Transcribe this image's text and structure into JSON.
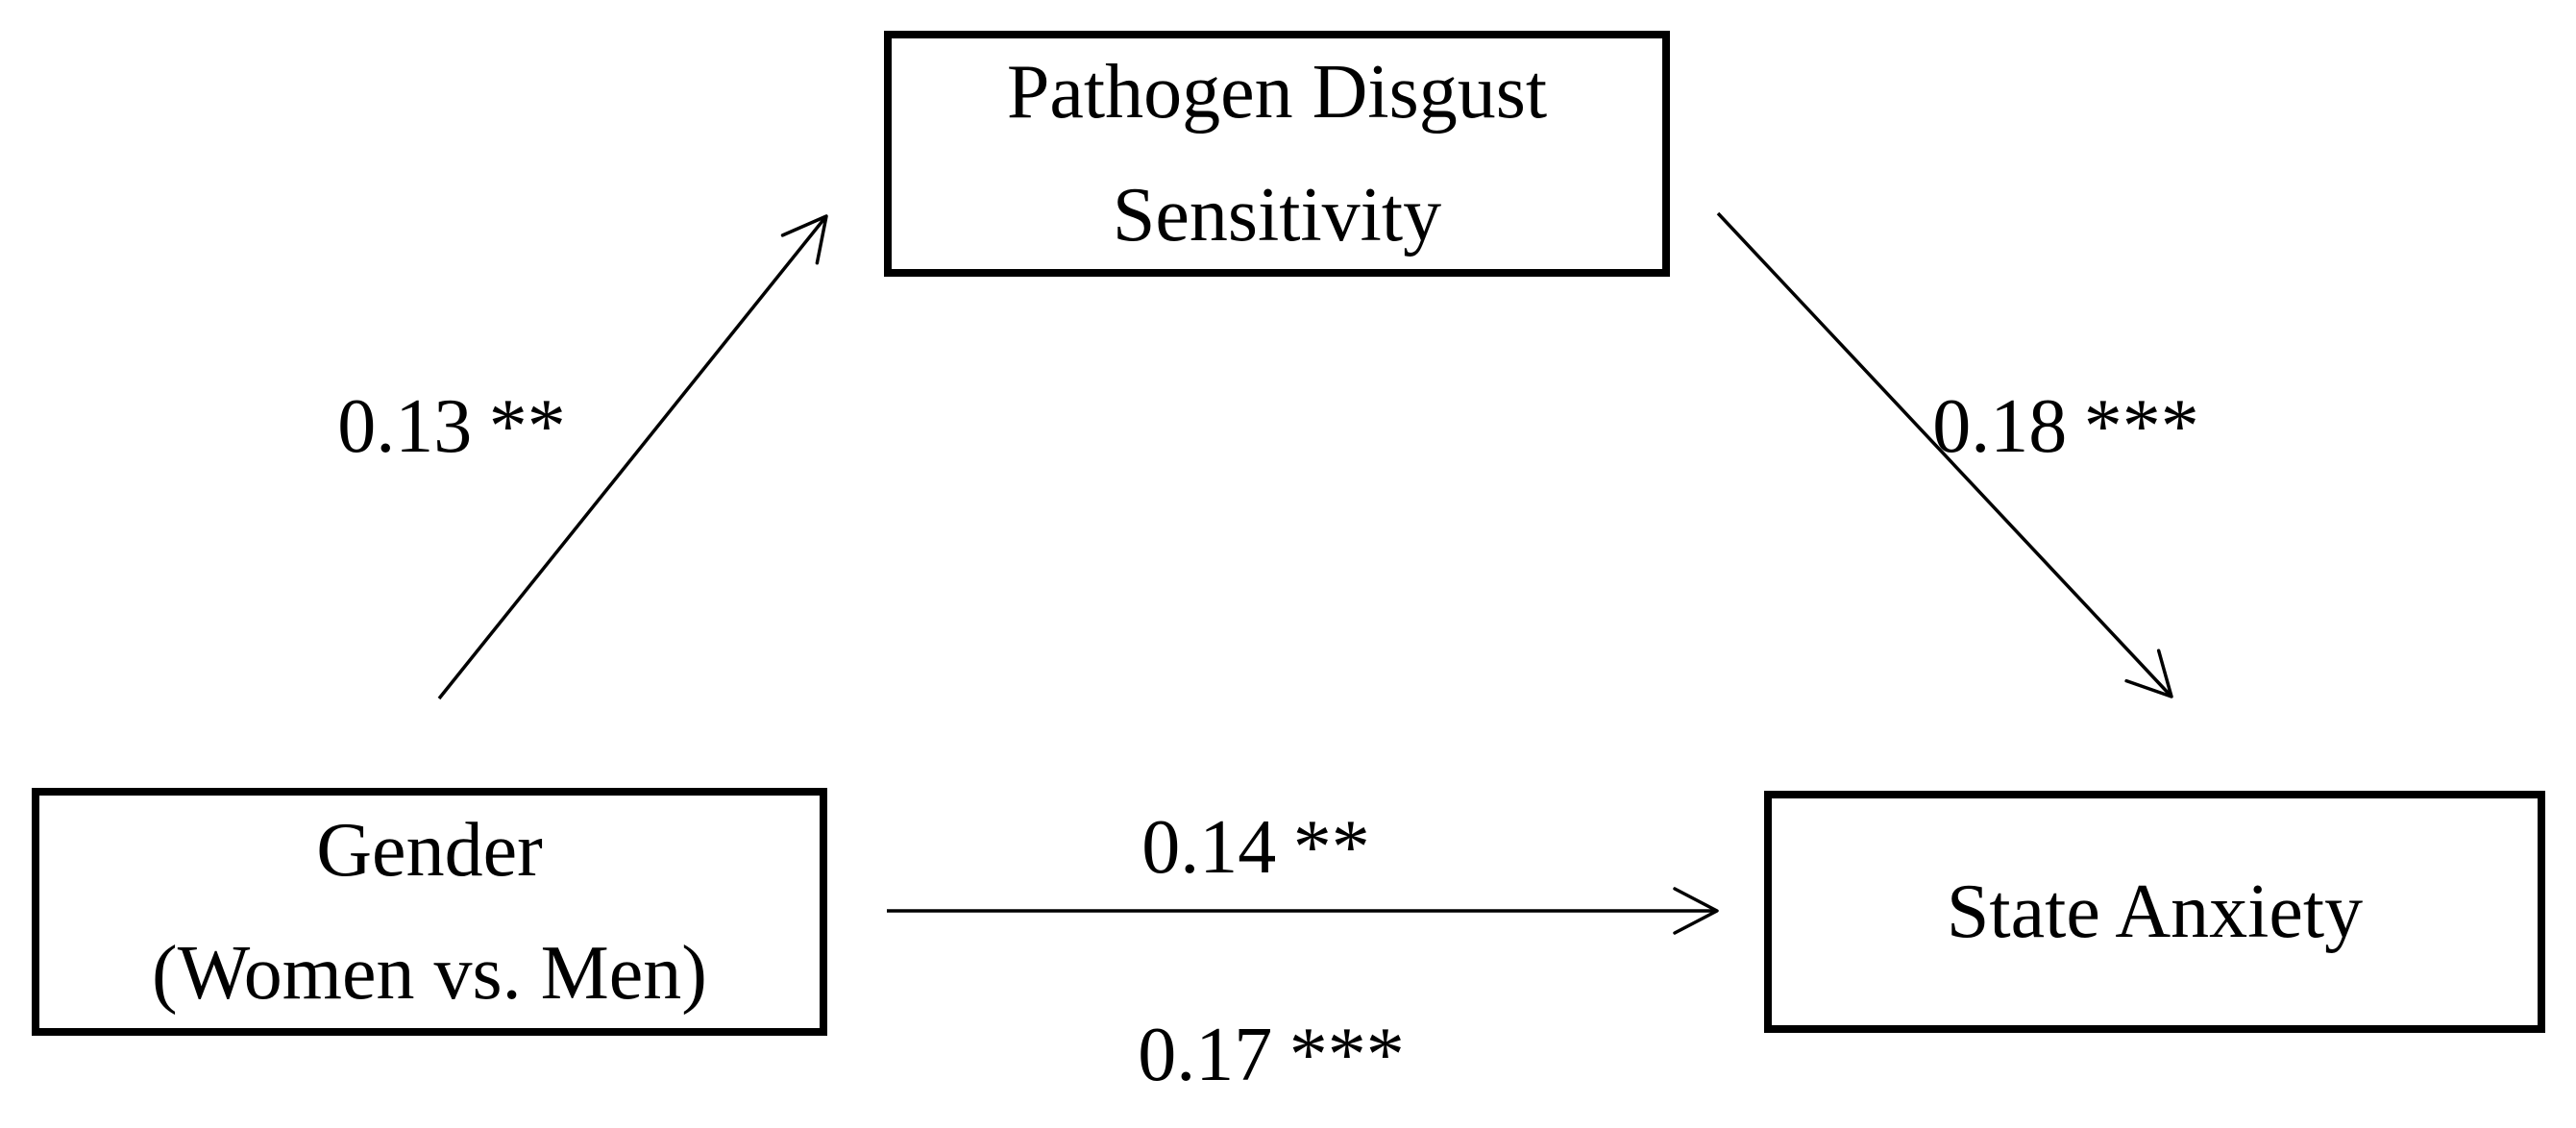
{
  "diagram": {
    "type": "mediation-path-model",
    "colors": {
      "background": "#ffffff",
      "line": "#000000",
      "text": "#000000",
      "box_border": "#000000"
    },
    "nodes": {
      "mediator": {
        "line1": "Pathogen Disgust",
        "line2": "Sensitivity"
      },
      "predictor": {
        "line1": "Gender",
        "line2": "(Women vs. Men)"
      },
      "outcome": {
        "line1": "State Anxiety"
      }
    },
    "paths": {
      "a": {
        "from": "Gender (Women vs. Men)",
        "to": "Pathogen Disgust Sensitivity",
        "coefficient": "0.13",
        "stars": "**"
      },
      "b": {
        "from": "Pathogen Disgust Sensitivity",
        "to": "State Anxiety",
        "coefficient": "0.18",
        "stars": "***"
      },
      "c_prime": {
        "from": "Gender (Women vs. Men)",
        "to": "State Anxiety",
        "coefficient": "0.14",
        "stars": "**"
      },
      "c_total": {
        "from": "Gender (Women vs. Men)",
        "to": "State Anxiety",
        "coefficient": "0.17",
        "stars": "***"
      }
    }
  }
}
